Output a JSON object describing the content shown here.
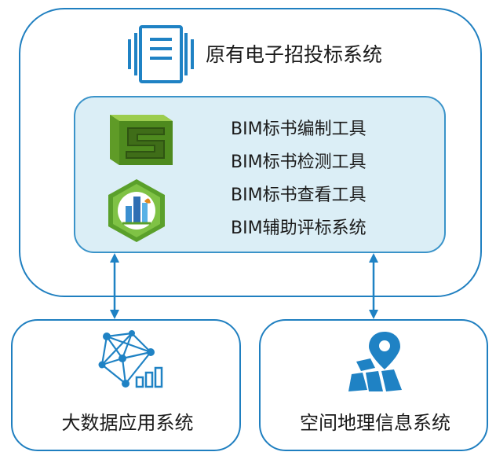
{
  "main_system": {
    "title": "原有电子招投标系统"
  },
  "bim_tools": [
    "BIM标书编制工具",
    "BIM标书检测工具",
    "BIM标书查看工具",
    "BIM辅助评标系统"
  ],
  "big_data": {
    "label": "大数据应用系统"
  },
  "gis": {
    "label": "空间地理信息系统"
  },
  "colors": {
    "border": "#1f7fc0",
    "inner_fill": "#dbeef6",
    "icon_blue": "#1f82c4",
    "logo_green": "#6aa832"
  },
  "icons": [
    "document-icon",
    "bim-s-logo-icon",
    "bim-review-logo-icon",
    "network-chart-icon",
    "map-pin-icon"
  ]
}
